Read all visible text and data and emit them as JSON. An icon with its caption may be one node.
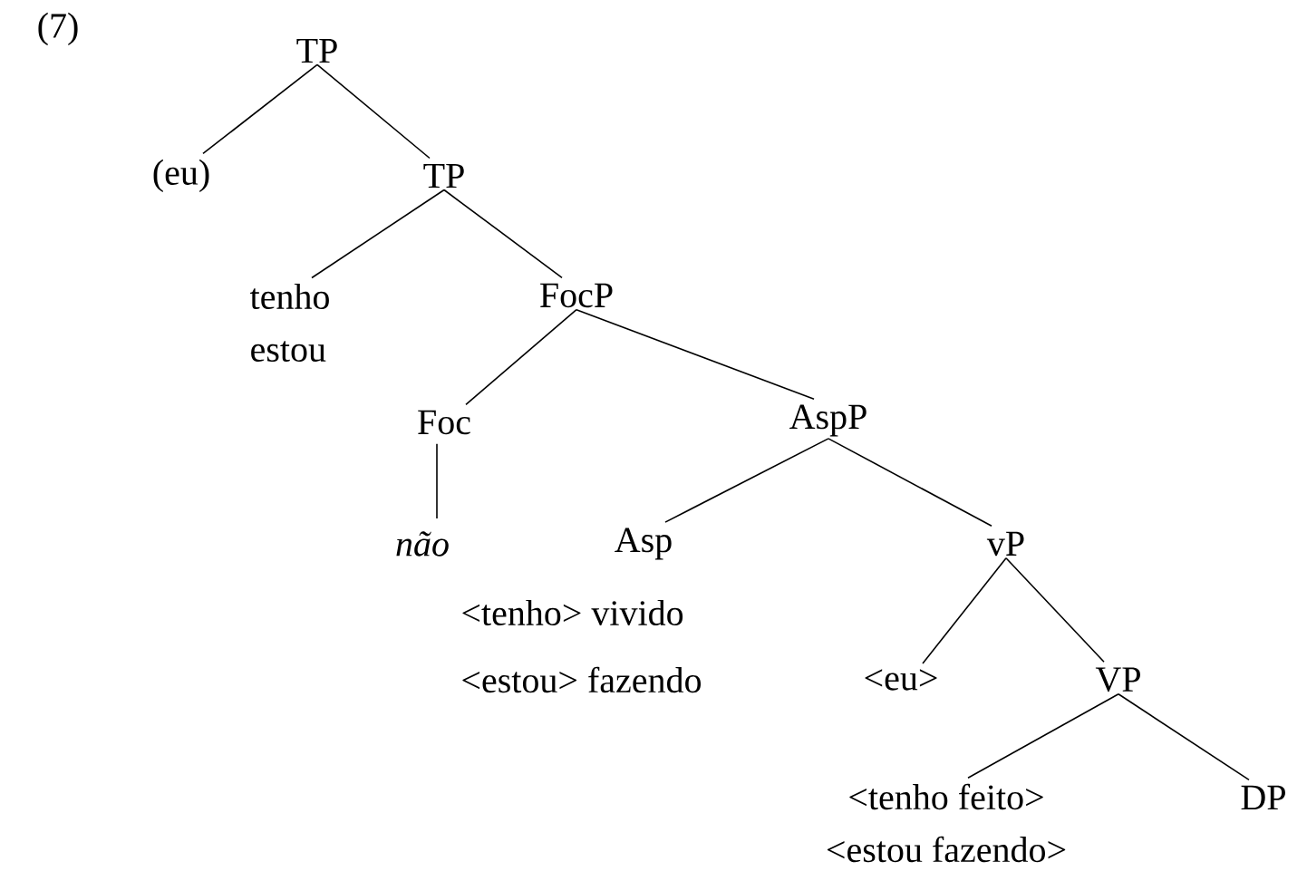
{
  "diagram": {
    "nodes": [
      {
        "text": [
          "TP"
        ]
      },
      {
        "text": [
          "(eu)"
        ]
      },
      {
        "text": [
          "TP"
        ]
      },
      {
        "text": [
          "tenho",
          "estou"
        ]
      },
      {
        "text": [
          "FocP"
        ]
      },
      {
        "text": [
          "Foc"
        ]
      },
      {
        "text": [
          "AspP"
        ]
      },
      {
        "text": [
          "não"
        ]
      },
      {
        "text": [
          "Asp"
        ],
        "beside": [
          "<tenho> vivido",
          "<estou> fazendo"
        ]
      },
      {
        "text": [
          "vP"
        ]
      },
      {
        "text": [
          "<eu>"
        ]
      },
      {
        "text": [
          "VP"
        ]
      },
      {
        "text": [
          "<tenho feito>",
          "<estou fazendo>"
        ]
      },
      {
        "text": [
          "DP"
        ]
      }
    ],
    "edges": [
      {
        "from": 0,
        "to": 1,
        "arrow": "none"
      },
      {
        "from": 0,
        "to": 2,
        "arrow": "none"
      },
      {
        "from": 2,
        "to": 3,
        "arrow": "none"
      },
      {
        "from": 2,
        "to": 4,
        "arrow": "none"
      },
      {
        "from": 4,
        "to": 5,
        "arrow": "none"
      },
      {
        "from": 4,
        "to": 6,
        "arrow": "none"
      },
      {
        "from": 5,
        "to": 7,
        "arrow": "none"
      },
      {
        "from": 6,
        "to": 8,
        "arrow": "none"
      },
      {
        "from": 6,
        "to": 9,
        "arrow": "none"
      },
      {
        "from": 9,
        "to": 10,
        "arrow": "none"
      },
      {
        "from": 9,
        "to": 11,
        "arrow": "none"
      },
      {
        "from": 11,
        "to": 12,
        "arrow": "none"
      },
      {
        "from": 11,
        "to": 13,
        "arrow": "none"
      }
    ],
    "labels": [
      "(7)"
    ]
  }
}
